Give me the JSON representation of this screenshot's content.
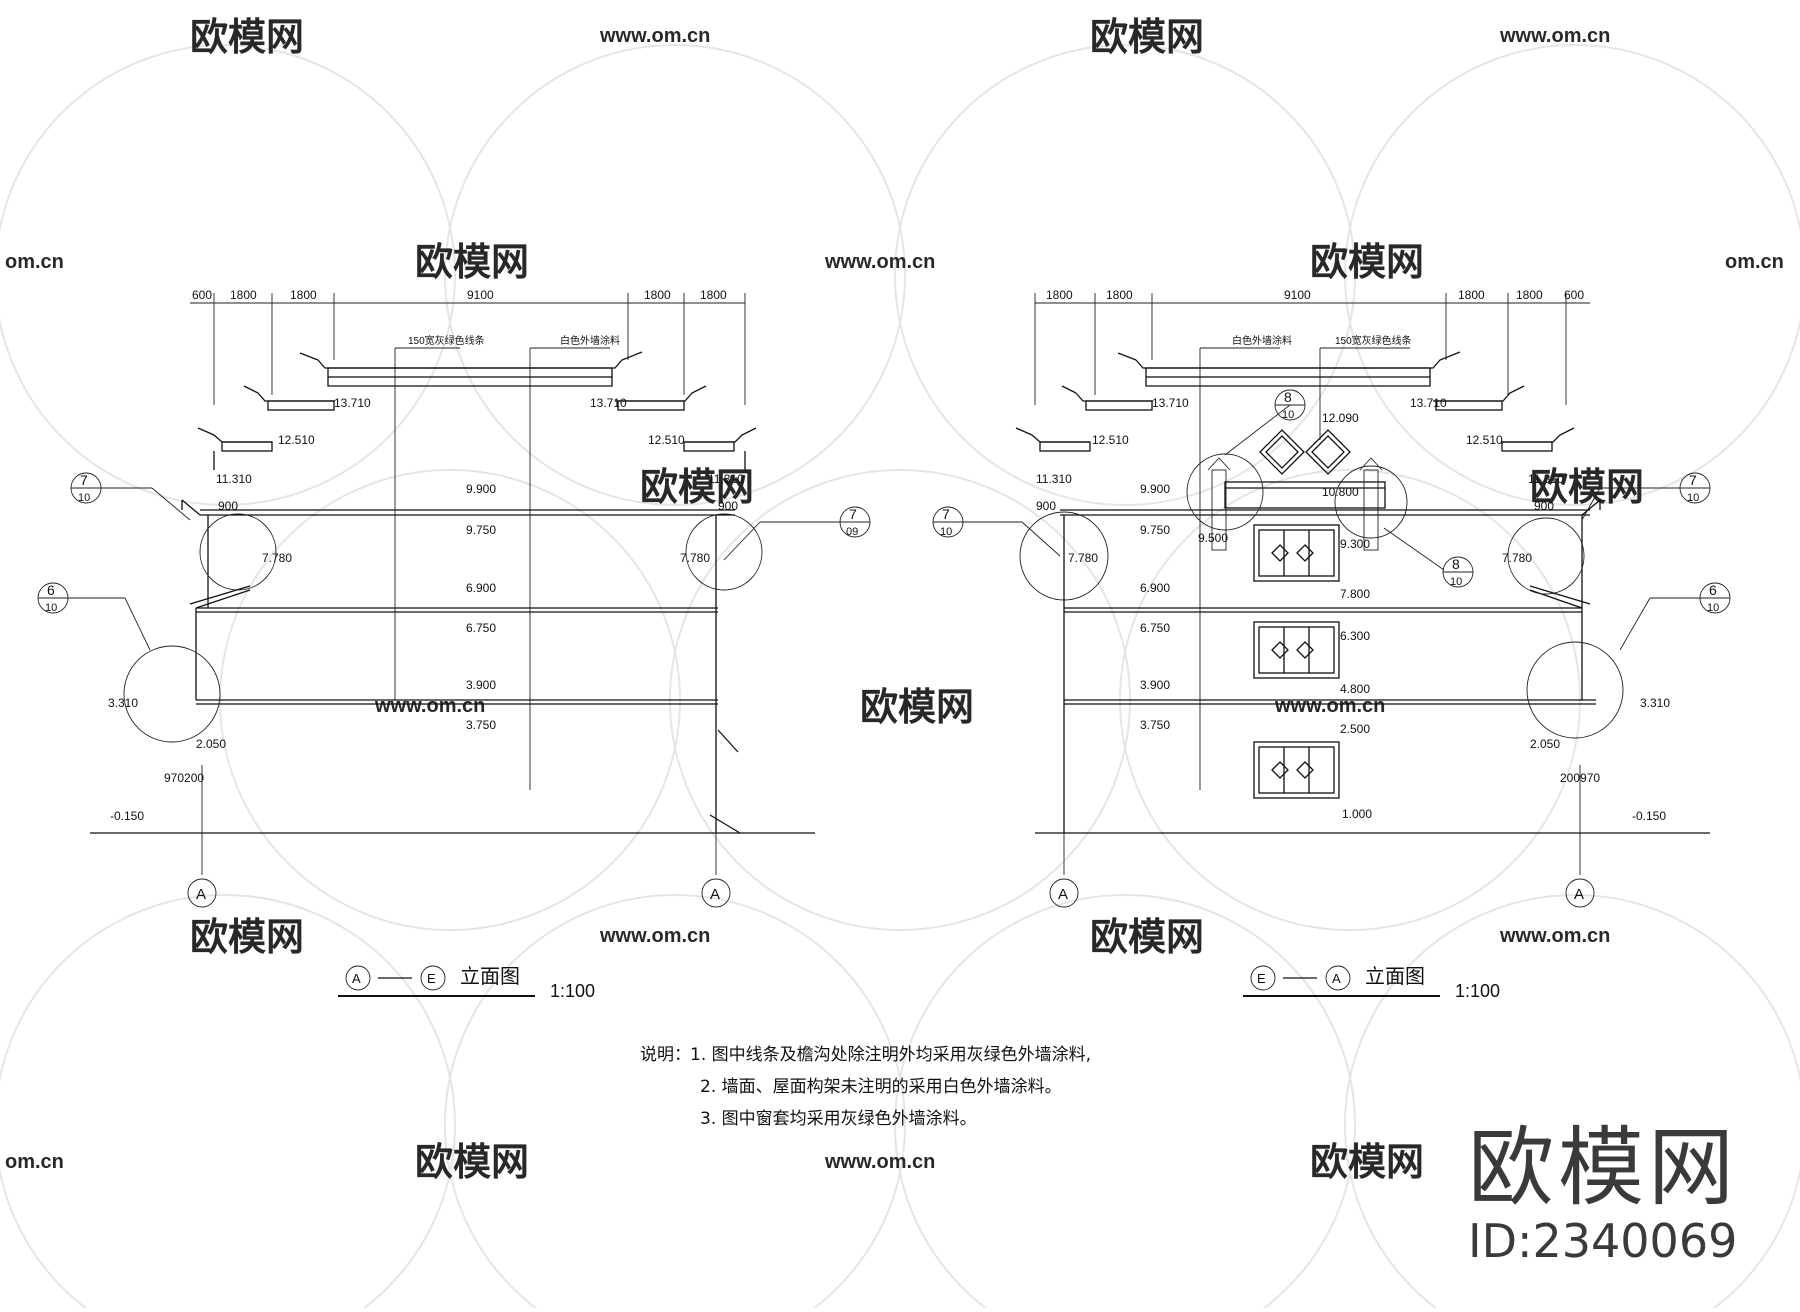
{
  "watermark": {
    "text": "欧模网",
    "url": "www.om.cn",
    "url_short": "om.cn"
  },
  "left": {
    "title_start": "A",
    "title_end": "E",
    "title": "立面图",
    "scale": "1:100",
    "dims": [
      "600",
      "1800",
      "1800",
      "9100",
      "1800",
      "1800"
    ],
    "labels": [
      "150宽灰绿色线条",
      "白色外墙涂料"
    ],
    "elev": [
      "13.710",
      "13.710",
      "12.510",
      "12.510",
      "11.310",
      "11.310",
      "9.900",
      "9.750",
      "6.900",
      "6.750",
      "3.900",
      "3.750",
      "7.780",
      "7.780",
      "3.310",
      "2.050",
      "-0.150",
      "900",
      "900",
      "970200"
    ],
    "callouts": [
      [
        "7",
        "10"
      ],
      [
        "6",
        "10"
      ],
      [
        "7",
        "09"
      ]
    ],
    "axis": [
      "A",
      "A"
    ]
  },
  "right": {
    "title_start": "E",
    "title_end": "A",
    "title": "立面图",
    "scale": "1:100",
    "dims": [
      "1800",
      "1800",
      "9100",
      "1800",
      "1800",
      "600"
    ],
    "labels": [
      "白色外墙涂料",
      "150宽灰绿色线条"
    ],
    "elev": [
      "13.710",
      "13.710",
      "12.510",
      "12.510",
      "11.310",
      "11.310",
      "9.900",
      "9.750",
      "6.900",
      "6.750",
      "3.900",
      "3.750",
      "7.780",
      "7.780",
      "3.310",
      "2.050",
      "-0.150",
      "12.090",
      "10.800",
      "9.500",
      "9.300",
      "7.800",
      "6.300",
      "4.800",
      "2.500",
      "1.000",
      "900",
      "900",
      "200970"
    ],
    "callouts": [
      [
        "7",
        "10"
      ],
      [
        "7",
        "10"
      ],
      [
        "6",
        "10"
      ],
      [
        "8",
        "10"
      ],
      [
        "8",
        "10"
      ]
    ],
    "axis": [
      "A",
      "A"
    ]
  },
  "notes": {
    "head": "说明：",
    "items": [
      "1. 图中线条及檐沟处除注明外均采用灰绿色外墙涂料,",
      "2. 墙面、屋面构架未注明的采用白色外墙涂料。",
      "3. 图中窗套均采用灰绿色外墙涂料。"
    ]
  },
  "brand": {
    "name": "欧模网",
    "id": "ID:2340069"
  }
}
